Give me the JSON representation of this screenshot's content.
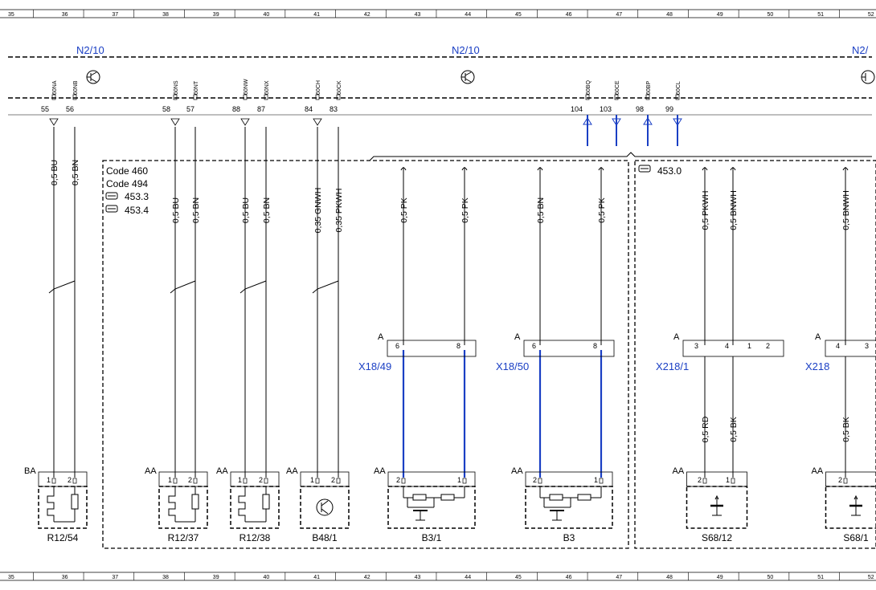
{
  "grid": {
    "columns": [
      "35",
      "36",
      "37",
      "38",
      "39",
      "40",
      "41",
      "42",
      "43",
      "44",
      "45",
      "46",
      "47",
      "48",
      "49",
      "50",
      "51",
      "52"
    ]
  },
  "control_unit": {
    "labels": [
      "N2/10",
      "N2/10",
      "N2/"
    ],
    "pins_left": [
      {
        "code": "60NA",
        "num": "55"
      },
      {
        "code": "60NB",
        "num": "56"
      },
      {
        "code": "60NS",
        "num": "58"
      },
      {
        "code": "60NT",
        "num": "57"
      },
      {
        "code": "60NW",
        "num": "88"
      },
      {
        "code": "60NX",
        "num": "87"
      },
      {
        "code": "60CH",
        "num": "84"
      },
      {
        "code": "60CK",
        "num": "83"
      }
    ],
    "pins_right": [
      {
        "code": "60BQ",
        "num": "104"
      },
      {
        "code": "60CE",
        "num": "103"
      },
      {
        "code": "60BP",
        "num": "98"
      },
      {
        "code": "60CL",
        "num": "99"
      }
    ]
  },
  "wires": [
    {
      "label": "0,5 BU"
    },
    {
      "label": "0,5 BN"
    },
    {
      "label": "0,5 BU"
    },
    {
      "label": "0,5 BN"
    },
    {
      "label": "0,5 BU"
    },
    {
      "label": "0,5 BN"
    },
    {
      "label": "0,35 GNWH"
    },
    {
      "label": "0,35 PKWH"
    },
    {
      "label": "0,5 PK"
    },
    {
      "label": "0,5 PK"
    },
    {
      "label": "0,5 BN"
    },
    {
      "label": "0,5 PK"
    },
    {
      "label": "0,5 PKWH"
    },
    {
      "label": "0,5 BNWH"
    },
    {
      "label": "0,5 BNWH"
    }
  ],
  "lower_wires": [
    {
      "label": "0,5 RD"
    },
    {
      "label": "0,5 BK"
    },
    {
      "label": "0,5 BK"
    }
  ],
  "codes": {
    "left": [
      "Code 460",
      "Code 494",
      "453.3",
      "453.4"
    ],
    "right": [
      "453.0"
    ]
  },
  "connectors": [
    {
      "id": "X18/49",
      "side": "A",
      "pins": [
        "6",
        "8"
      ]
    },
    {
      "id": "X18/50",
      "side": "A",
      "pins": [
        "6",
        "8"
      ]
    },
    {
      "id": "X218/1",
      "side": "A",
      "pins": [
        "3",
        "4",
        "1",
        "2"
      ]
    },
    {
      "id": "X218",
      "side": "A",
      "pins": [
        "4",
        "3"
      ]
    }
  ],
  "components": [
    {
      "id": "R12/54",
      "type": "BA",
      "pins": [
        "1",
        "2"
      ]
    },
    {
      "id": "R12/37",
      "type": "AA",
      "pins": [
        "1",
        "2"
      ]
    },
    {
      "id": "R12/38",
      "type": "AA",
      "pins": [
        "1",
        "2"
      ]
    },
    {
      "id": "B48/1",
      "type": "AA",
      "pins": [
        "1",
        "2"
      ]
    },
    {
      "id": "B3/1",
      "type": "AA",
      "pins": [
        "2",
        "1"
      ]
    },
    {
      "id": "B3",
      "type": "AA",
      "pins": [
        "2",
        "1"
      ]
    },
    {
      "id": "S68/12",
      "type": "AA",
      "pins": [
        "2",
        "1"
      ]
    },
    {
      "id": "S68/1",
      "type": "AA",
      "pins": [
        "2"
      ]
    }
  ],
  "colors": {
    "highlight_wire": "#1a3fc4",
    "line": "#000000"
  }
}
